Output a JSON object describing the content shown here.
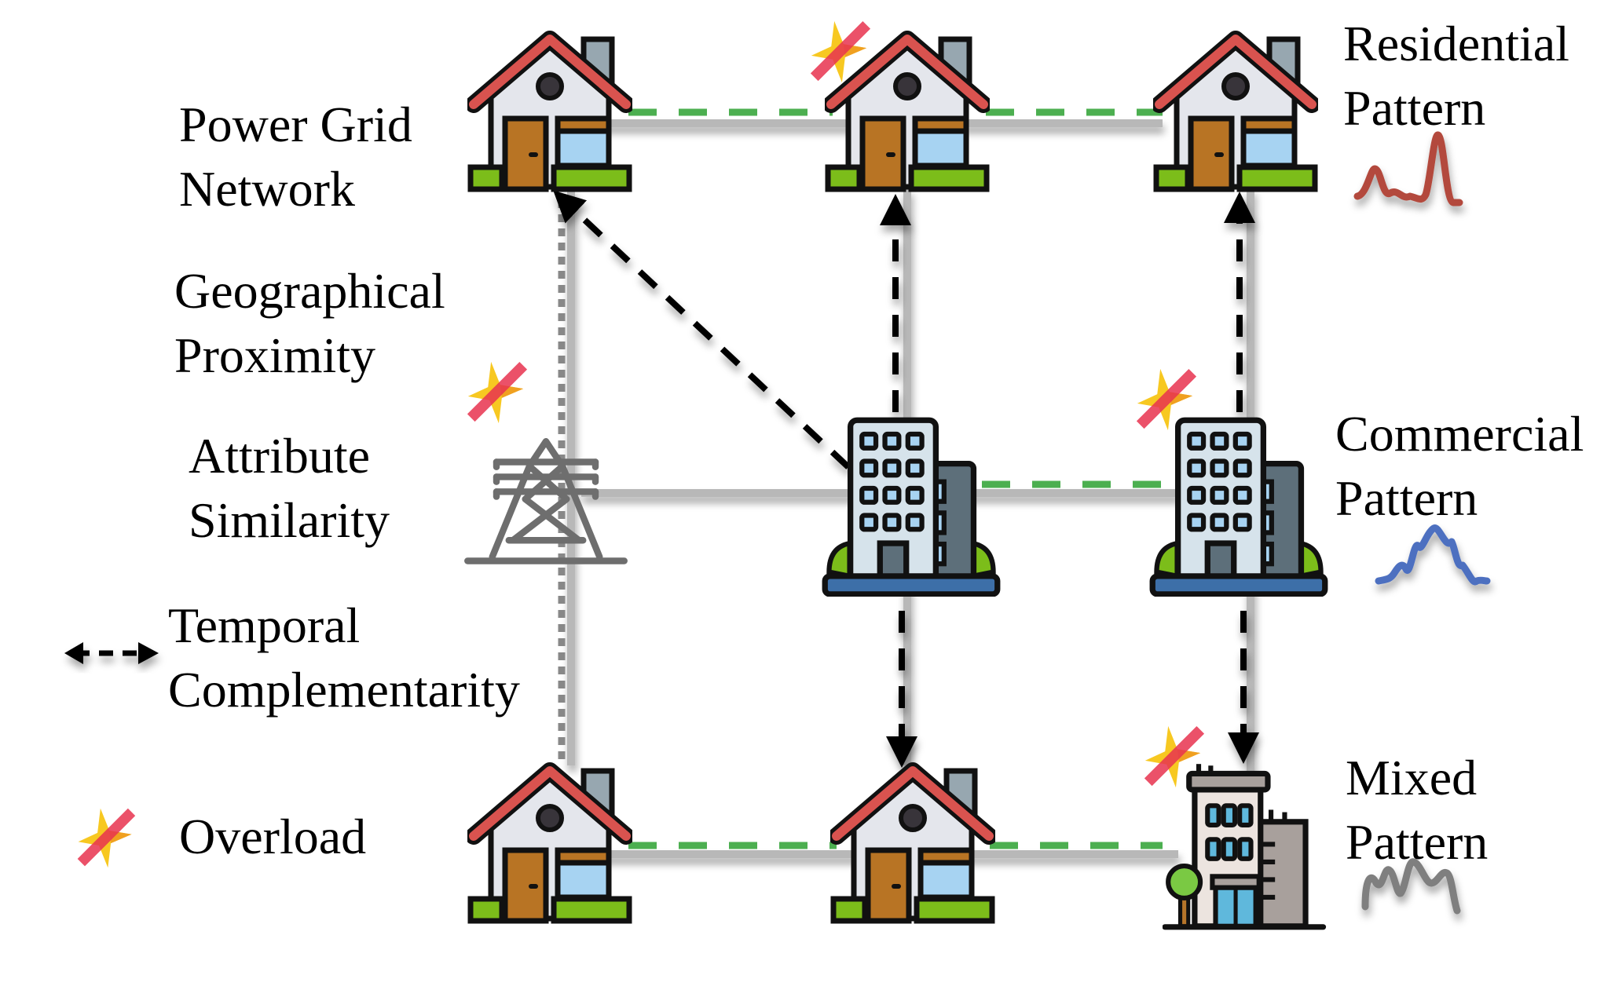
{
  "legend": {
    "items": [
      {
        "key": "power_grid",
        "line1": "Power Grid",
        "line2": "Network",
        "style": "solid",
        "color": "#b3b3b3"
      },
      {
        "key": "geo",
        "line1": "Geographical",
        "line2": "Proximity",
        "style": "dashed",
        "color": "#4caf50"
      },
      {
        "key": "attr",
        "line1": "Attribute",
        "line2": "Similarity",
        "style": "dotted",
        "color": "#8a8a8a"
      },
      {
        "key": "temporal",
        "line1": "Temporal",
        "line2": "Complementarity",
        "style": "dashed-arrow",
        "color": "#000000"
      },
      {
        "key": "overload",
        "line1": "Overload",
        "line2": "",
        "style": "icon",
        "color": "#e8334f"
      }
    ]
  },
  "patterns": {
    "residential": {
      "line1": "Residential",
      "line2": "Pattern",
      "color": "#b34a3c"
    },
    "commercial": {
      "line1": "Commercial",
      "line2": "Pattern",
      "color": "#4e6fc0"
    },
    "mixed": {
      "line1": "Mixed",
      "line2": "Pattern",
      "color": "#7f7f7f"
    }
  },
  "nodes": [
    {
      "id": "house-top-left",
      "type": "house",
      "overload": false
    },
    {
      "id": "house-top-center",
      "type": "house",
      "overload": true
    },
    {
      "id": "house-top-right",
      "type": "house",
      "overload": false
    },
    {
      "id": "tower-middle-left",
      "type": "tower",
      "overload": true
    },
    {
      "id": "office-center",
      "type": "office",
      "overload": false
    },
    {
      "id": "office-middle-right",
      "type": "office",
      "overload": true
    },
    {
      "id": "house-bottom-left",
      "type": "house",
      "overload": false
    },
    {
      "id": "house-bottom-center",
      "type": "house",
      "overload": false
    },
    {
      "id": "mixed-bottom-right",
      "type": "mixed",
      "overload": true
    }
  ],
  "edges": {
    "power_grid": [
      [
        "house-top-left",
        "house-top-center"
      ],
      [
        "house-top-center",
        "house-top-right"
      ],
      [
        "tower-middle-left",
        "office-center"
      ],
      [
        "office-center",
        "office-middle-right"
      ],
      [
        "house-bottom-left",
        "house-bottom-center"
      ],
      [
        "house-bottom-center",
        "mixed-bottom-right"
      ],
      [
        "house-top-left",
        "house-bottom-left"
      ],
      [
        "house-top-center",
        "house-bottom-center"
      ],
      [
        "house-top-right",
        "mixed-bottom-right"
      ]
    ],
    "geographical": [
      [
        "house-top-left",
        "house-top-center"
      ],
      [
        "house-top-center",
        "house-top-right"
      ],
      [
        "office-center",
        "office-middle-right"
      ],
      [
        "house-bottom-left",
        "house-bottom-center"
      ],
      [
        "house-bottom-center",
        "mixed-bottom-right"
      ]
    ],
    "attribute": [
      [
        "house-top-left",
        "house-bottom-left"
      ]
    ],
    "temporal": [
      [
        "office-center",
        "house-top-left"
      ],
      [
        "office-center",
        "house-top-center"
      ],
      [
        "office-middle-right",
        "house-top-right"
      ],
      [
        "office-center",
        "house-bottom-center"
      ],
      [
        "office-middle-right",
        "mixed-bottom-right"
      ]
    ]
  },
  "colors": {
    "grid": "#b5b5b5",
    "geo": "#4caf50",
    "attr": "#888888",
    "temporal": "#000000",
    "roof": "#d9534f",
    "wall": "#e4e6ec",
    "door": "#b87424",
    "window": "#a7d3f2",
    "grass": "#7cbd1a",
    "chimney": "#97a7b0",
    "tower": "#6e6e6e",
    "office_main": "#d6e3eb",
    "office_side": "#5d6f7a",
    "office_base": "#3d6fa8",
    "mixed_wall": "#ece4df",
    "mixed_side": "#a8a09c",
    "tree": "#7ac943",
    "trunk": "#b5752a",
    "star": "#f7c515",
    "slash": "#e8334f"
  }
}
